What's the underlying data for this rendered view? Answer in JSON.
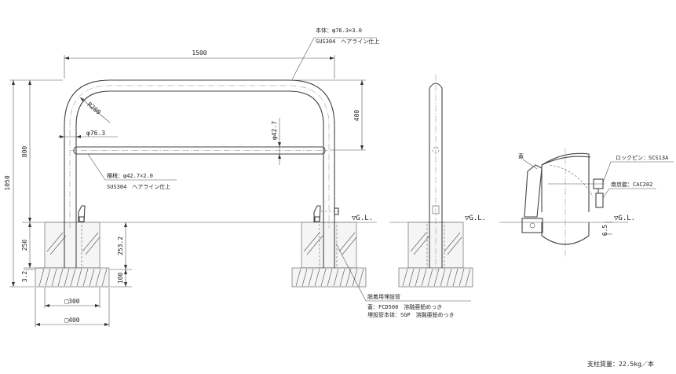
{
  "front_view": {
    "width_dim": "1500",
    "height_dim": "1050",
    "above_ground_dim": "800",
    "embed_dim": "250",
    "cap_dim": "3.2",
    "bend_radius": "R200",
    "pipe_diameter": "φ76.3",
    "rail_diameter": "φ42.7",
    "rail_offset_dim": "400",
    "pit_depth_dim": "253.2",
    "base_depth_dim": "100",
    "pit_size": "□300",
    "base_size": "□400",
    "ground_label": "▽G.L."
  },
  "body_note": {
    "line1": "本体：φ76.3×3.0",
    "line2": "SUS304　ヘアライン仕上"
  },
  "rail_note": {
    "line1": "横桟：φ42.7×2.0",
    "line2": "SUS304　ヘアライン仕上"
  },
  "sleeve_note": {
    "line1": "脱着用埋設管",
    "line2": "蓋：FCD500　溶融亜鉛めっき",
    "line3": "埋設管本体：SGP　溶融亜鉛めっき"
  },
  "side_view": {
    "ground_label": "▽G.L."
  },
  "detail_view": {
    "lid_label": "蓋",
    "lock_pin_label": "ロックピン：SCS13A",
    "padlock_label": "南京錠：CAC202",
    "ground_label": "▽G.L.",
    "offset_dim": "6.5"
  },
  "weight": "支柱質量：22.5kg／本"
}
